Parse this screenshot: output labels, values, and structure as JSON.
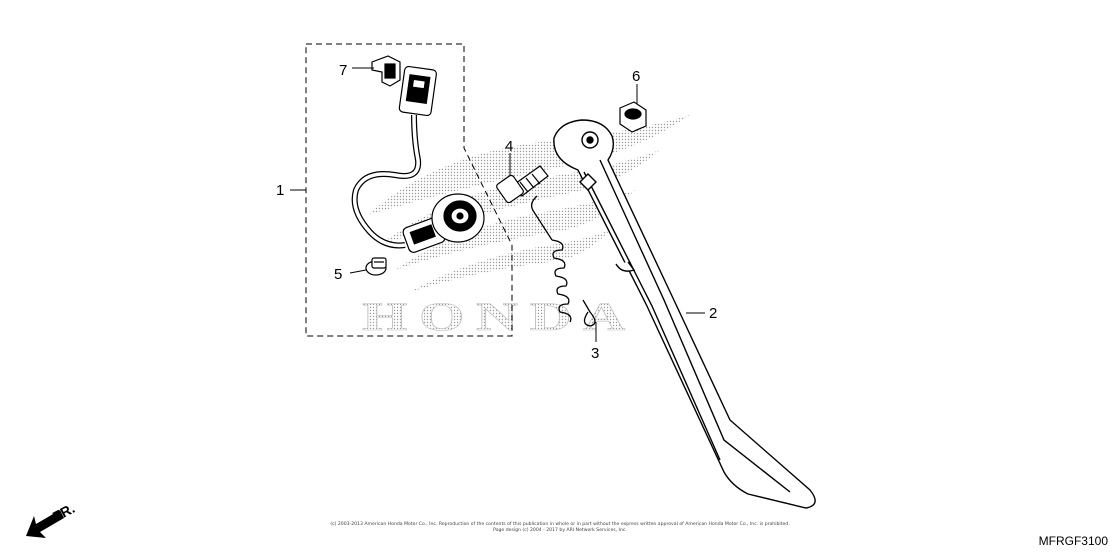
{
  "callouts": {
    "p1": "1",
    "p2": "2",
    "p3": "3",
    "p4": "4",
    "p5": "5",
    "p6": "6",
    "p7": "7"
  },
  "watermark": "HONDA",
  "front_marker": "FR.",
  "copyright": {
    "line1": "(c) 2003-2013 American Honda Motor Co., Inc. Reproduction of the contents of this publication in whole or in part without the express written approval of American Honda Motor Co., Inc. is prohibited.",
    "line2": "Page design (c) 2004 - 2017 by ARI Network Services, Inc."
  },
  "diagram_code": "MFRGF3100"
}
